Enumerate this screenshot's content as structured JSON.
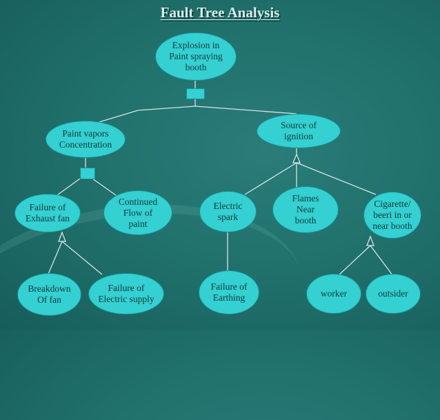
{
  "title": "Fault Tree Analysis",
  "nodes": {
    "top": "Explosion in\nPaint spraying\nbooth",
    "paint_vapors": "Paint vapors\nConcentration",
    "source_ignition": "Source of\nignition",
    "failure_exhaust": "Failure of\nExhaust fan",
    "continued_flow": "Continued\nFlow of\npaint",
    "electric_spark": "Electric\nspark",
    "flames_near": "Flames\nNear\nbooth",
    "cigarette": "Cigarette/\nbeeri in or\nnear booth",
    "breakdown_fan": "Breakdown\nOf fan",
    "failure_supply": "Failure of\nElectric supply",
    "failure_earthing": "Failure of\nEarthing",
    "worker": "worker",
    "outsider": "outsider"
  },
  "colors": {
    "background": "#1f6e6a",
    "node_fill": "#34d0d2",
    "line": "#d6e6e6"
  },
  "gates": {
    "top_gate": "and-gate",
    "paint_vapors_gate": "and-gate",
    "ignition_gate": "or-gate",
    "exhaust_gate": "or-gate",
    "cigarette_gate": "or-gate"
  }
}
